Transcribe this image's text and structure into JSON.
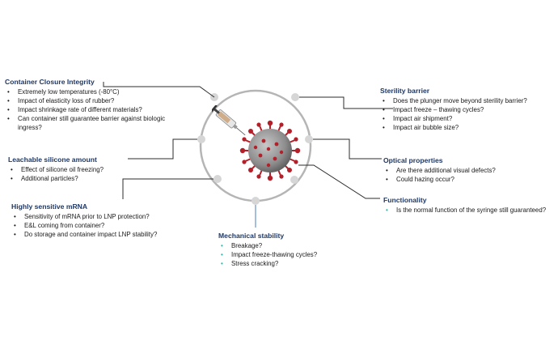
{
  "groups": {
    "ccI": {
      "title": "Container Closure Integrity",
      "items": [
        "Extremely low temperatures (-80°C)",
        "Impact of elasticity loss of rubber?",
        "Impact shrinkage rate of different materials?",
        "Can container still guarantee barrier against biologic",
        "ingress?"
      ]
    },
    "leachable": {
      "title": "Leachable silicone amount",
      "items": [
        "Effect of silicone oil freezing?",
        "Additional particles?"
      ]
    },
    "mrna": {
      "title": "Highly sensitive mRNA",
      "items": [
        "Sensitivity of mRNA prior to LNP protection?",
        "E&L coming from container?",
        "Do storage and container impact LNP stability?"
      ]
    },
    "mechanical": {
      "title": "Mechanical stability",
      "items": [
        "Breakage?",
        "Impact freeze-thawing cycles?",
        "Stress cracking?"
      ]
    },
    "sterility": {
      "title": "Sterility barrier",
      "items": [
        "Does the plunger move beyond sterility barrier?",
        "Impact freeze – thawing cycles?",
        "Impact air shipment?",
        "Impact air bubble size?"
      ]
    },
    "optical": {
      "title": "Optical properties",
      "items": [
        "Are there additional visual defects?",
        "Could hazing occur?"
      ]
    },
    "functionality": {
      "title": "Functionality",
      "items": [
        "Is the normal function of the syringe still guaranteed?"
      ]
    }
  },
  "colors": {
    "title": "#1f3864",
    "line": "#2b2b2b",
    "ring": "#b5b5b5",
    "virus_body": "#9a9a9a",
    "virus_spike": "#b3202a",
    "teal_bullet": "#2ab3a6"
  },
  "icons": [
    "virus-illustration",
    "syringe-illustration"
  ]
}
